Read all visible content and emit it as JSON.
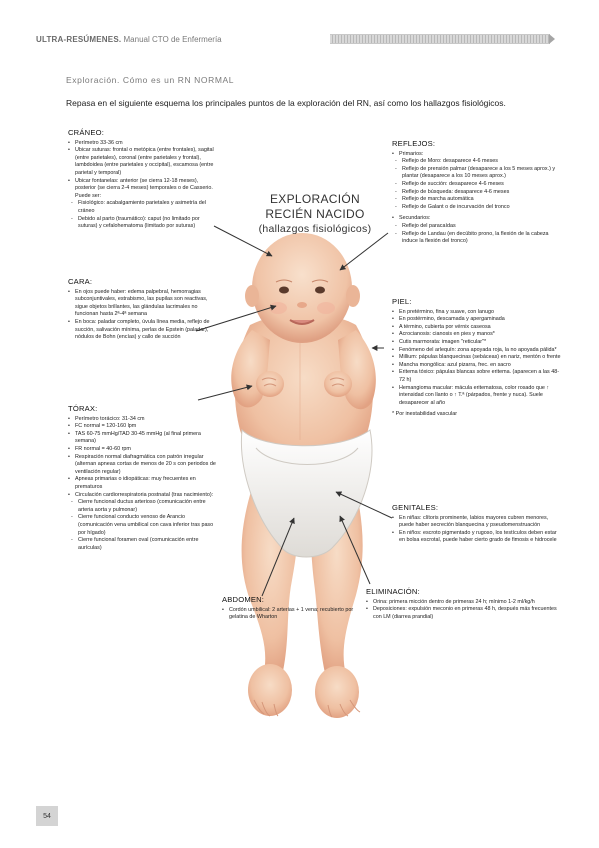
{
  "header": {
    "bold": "ULTRA-RESÚMENES.",
    "title": "Manual CTO de Enfermería"
  },
  "section_title": "Exploración. Cómo es un RN NORMAL",
  "intro": "Repasa en el siguiente esquema los principales puntos de la exploración del RN, así como los hallazgos fisiológicos.",
  "center": {
    "line1": "EXPLORACIÓN",
    "line2": "RECIÉN NACIDO",
    "line3": "(hallazgos fisiológicos)"
  },
  "craneo": {
    "title": "CRÁNEO:",
    "items": [
      "Perímetro 33-36 cm",
      "Ubicar suturas: frontal o metópica (entre frontales), sagital (entre parietales), coronal (entre parietales y frontal), lambdoidea (entre parietales y occipital), escamosa (entre parietal y temporal)",
      "Ubicar fontanelas: anterior (se cierra 12-18 meses), posterior (se cierra 2-4 meses) temporales o de Casserio. Puede ser:"
    ],
    "sub": [
      "Fisiológico: acabalgamiento parietales y asimetría del cráneo",
      "Debido al parto (traumático): caput (no limitado por suturas) y cefalohematoma (limitado por suturas)"
    ]
  },
  "cara": {
    "title": "CARA:",
    "items": [
      "En ojos puede haber: edema palpebral, hemorragias subconjuntivales, estrabismo, las pupilas son reactivas, sigue objetos brillantes, las glándulas lacrimales no funcionan hasta 2ª-4ª semana",
      "En boca: paladar completo, úvula línea media, reflejo de succión, salivación mínima, perlas de Epstein (paladar), nódulos de Bohn (encías) y callo de succión"
    ]
  },
  "torax": {
    "title": "TÓRAX:",
    "items": [
      "Perímetro torácico: 31-34 cm",
      "FC normal = 120-160 lpm",
      "TAS 60-75 mmHg/TAD 30-45 mmHg (al final primera semana)",
      "FR normal = 40-60 rpm",
      "Respiración normal diafragmática con patrón irregular (alternan apneas cortas de menos de 20 s con periodos de ventilación regular)",
      "Apneas primarias o idiopáticas: muy frecuentes en prematuros",
      "Circulación cardiorrespiratoria postnatal (tras nacimiento):"
    ],
    "sub": [
      "Cierre funcional ductus arterioso (comunicación entre arteria aorta y pulmonar)",
      "Cierre funcional conducto venoso de Arancio (comunicación vena umbilical con cava inferior tras paso por hígado)",
      "Cierre funcional foramen oval (comunicación entre aurículas)"
    ]
  },
  "abdomen": {
    "title": "ABDOMEN:",
    "items": [
      "Cordón umbilical: 2 arterias + 1 vena; recubierto por gelatina de Wharton"
    ]
  },
  "reflejos": {
    "title": "REFLEJOS:",
    "primarios_label": "Primarios:",
    "primarios": [
      "Reflejo de Moro: desaparece 4-6 meses",
      "Reflejo de prensión palmar (desaparece a los 5 meses aprox.) y plantar (desaparece a los 10 meses aprox.)",
      "Reflejo de succión: desaparece 4-6 meses",
      "Reflejo de búsqueda: desaparece 4-6 meses",
      "Reflejo de marcha automática",
      "Reflejo de Galant o de incurvación del tronco"
    ],
    "secundarios_label": "Secundarios:",
    "secundarios": [
      "Reflejo del paracaídas",
      "Reflejo de Landau (en decúbito prono, la flexión de la cabeza induce la flexión del tronco)"
    ]
  },
  "piel": {
    "title": "PIEL:",
    "items": [
      "En pretérmino, fina y suave, con lanugo",
      "En postérmino, descamada y apergaminada",
      "A término, cubierta por vérnix caseosa",
      "Acrocianosis: cianosis en pies y manos*",
      "Cutis marmorata: imagen \"reticular\"*",
      "Fenómeno del arlequín: zona apoyada roja, la no apoyada pálida*",
      "Millium: pápulas blanquecinas (sebáceas) en nariz, mentón o frente",
      "Mancha mongólica: azul pizarra, frec. en sacro",
      "Eritema tóxico: pápulas blancas sobre eritema. (aparecen a las 48-72 h)",
      "Hemangioma macular: mácula eritematosa, color rosado que ↑ intensidad con llanto o ↑ T.ª (párpados, frente y nuca). Suele desaparecer al año"
    ],
    "note": "* Por inestabilidad vascular"
  },
  "genitales": {
    "title": "GENITALES:",
    "items": [
      "En niñas: clítoris prominente, labios mayores cubren menores, puede haber secreción blanquecina y pseudomenstruación",
      "En niños: escroto pigmentado y rugoso, los testículos deben estar en bolsa escrotal, puede haber cierto grado de fimosis e hidrocele"
    ]
  },
  "eliminacion": {
    "title": "ELIMINACIÓN:",
    "items": [
      "Orina: primera micción dentro de primeras 24 h; mínimo 1-2 ml/kg/h",
      "Deposiciones: expulsión meconio en primeras 48 h, después más frecuentes con LM (diarrea prandial)"
    ]
  },
  "page_number": "54",
  "colors": {
    "skin": "#f2c9ae",
    "skin_shadow": "#e4a98b",
    "diaper": "#f1f1ef",
    "accent_grey": "#d4d4d4"
  }
}
